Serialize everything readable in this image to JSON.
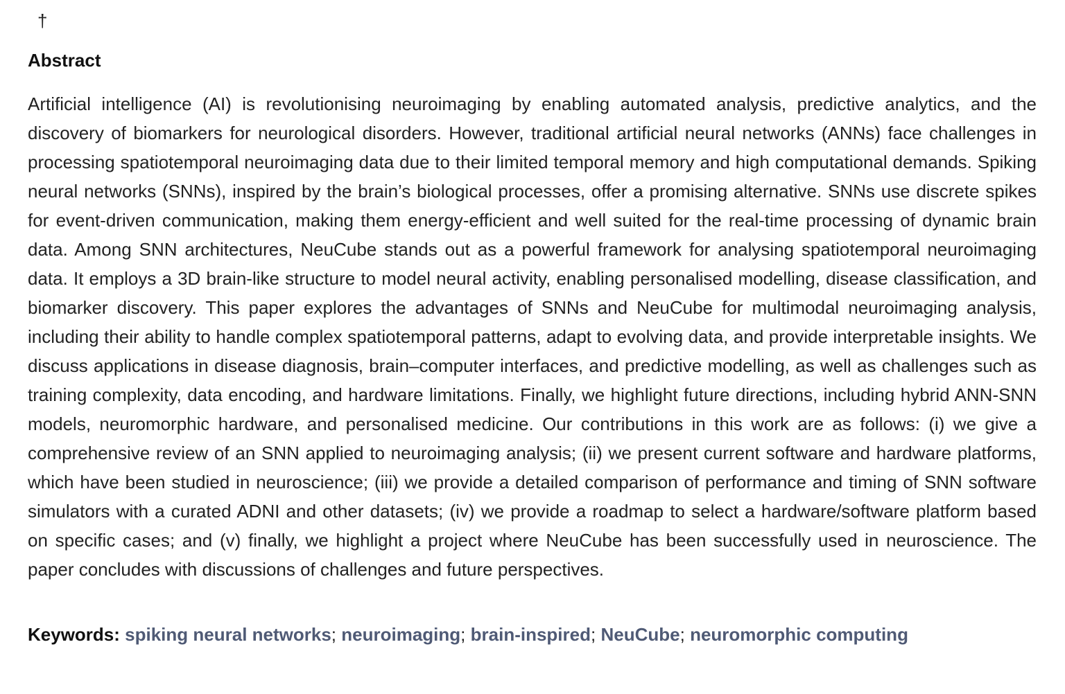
{
  "footnote_marker": "†",
  "abstract": {
    "heading": "Abstract",
    "text": "Artificial intelligence (AI) is revolutionising neuroimaging by enabling automated analysis, predictive analytics, and the discovery of biomarkers for neurological disorders. However, traditional artificial neural networks (ANNs) face challenges in processing spatiotemporal neuroimaging data due to their limited temporal memory and high computational demands. Spiking neural networks (SNNs), inspired by the brain’s biological processes, offer a promising alternative. SNNs use discrete spikes for event-driven communication, making them energy-efficient and well suited for the real-time processing of dynamic brain data. Among SNN architectures, NeuCube stands out as a powerful framework for analysing spatiotemporal neuroimaging data. It employs a 3D brain-like structure to model neural activity, enabling personalised modelling, disease classification, and biomarker discovery. This paper explores the advantages of SNNs and NeuCube for multimodal neuroimaging analysis, including their ability to handle complex spatiotemporal patterns, adapt to evolving data, and provide interpretable insights. We discuss applications in disease diagnosis, brain–computer interfaces, and predictive modelling, as well as challenges such as training complexity, data encoding, and hardware limitations. Finally, we highlight future directions, including hybrid ANN-SNN models, neuromorphic hardware, and personalised medicine. Our contributions in this work are as follows: (i) we give a comprehensive review of an SNN applied to neuroimaging analysis; (ii) we present current software and hardware platforms, which have been studied in neuroscience; (iii) we provide a detailed comparison of performance and timing of SNN software simulators with a curated ADNI and other datasets; (iv) we provide a roadmap to select a hardware/software platform based on specific cases; and (v) finally, we highlight a project where NeuCube has been successfully used in neuroscience. The paper concludes with discussions of challenges and future perspectives."
  },
  "keywords": {
    "label": "Keywords:",
    "separator": ";",
    "items": [
      "spiking neural networks",
      "neuroimaging",
      "brain-inspired",
      "NeuCube",
      "neuromorphic computing"
    ],
    "link_color": "#4f5a75"
  }
}
